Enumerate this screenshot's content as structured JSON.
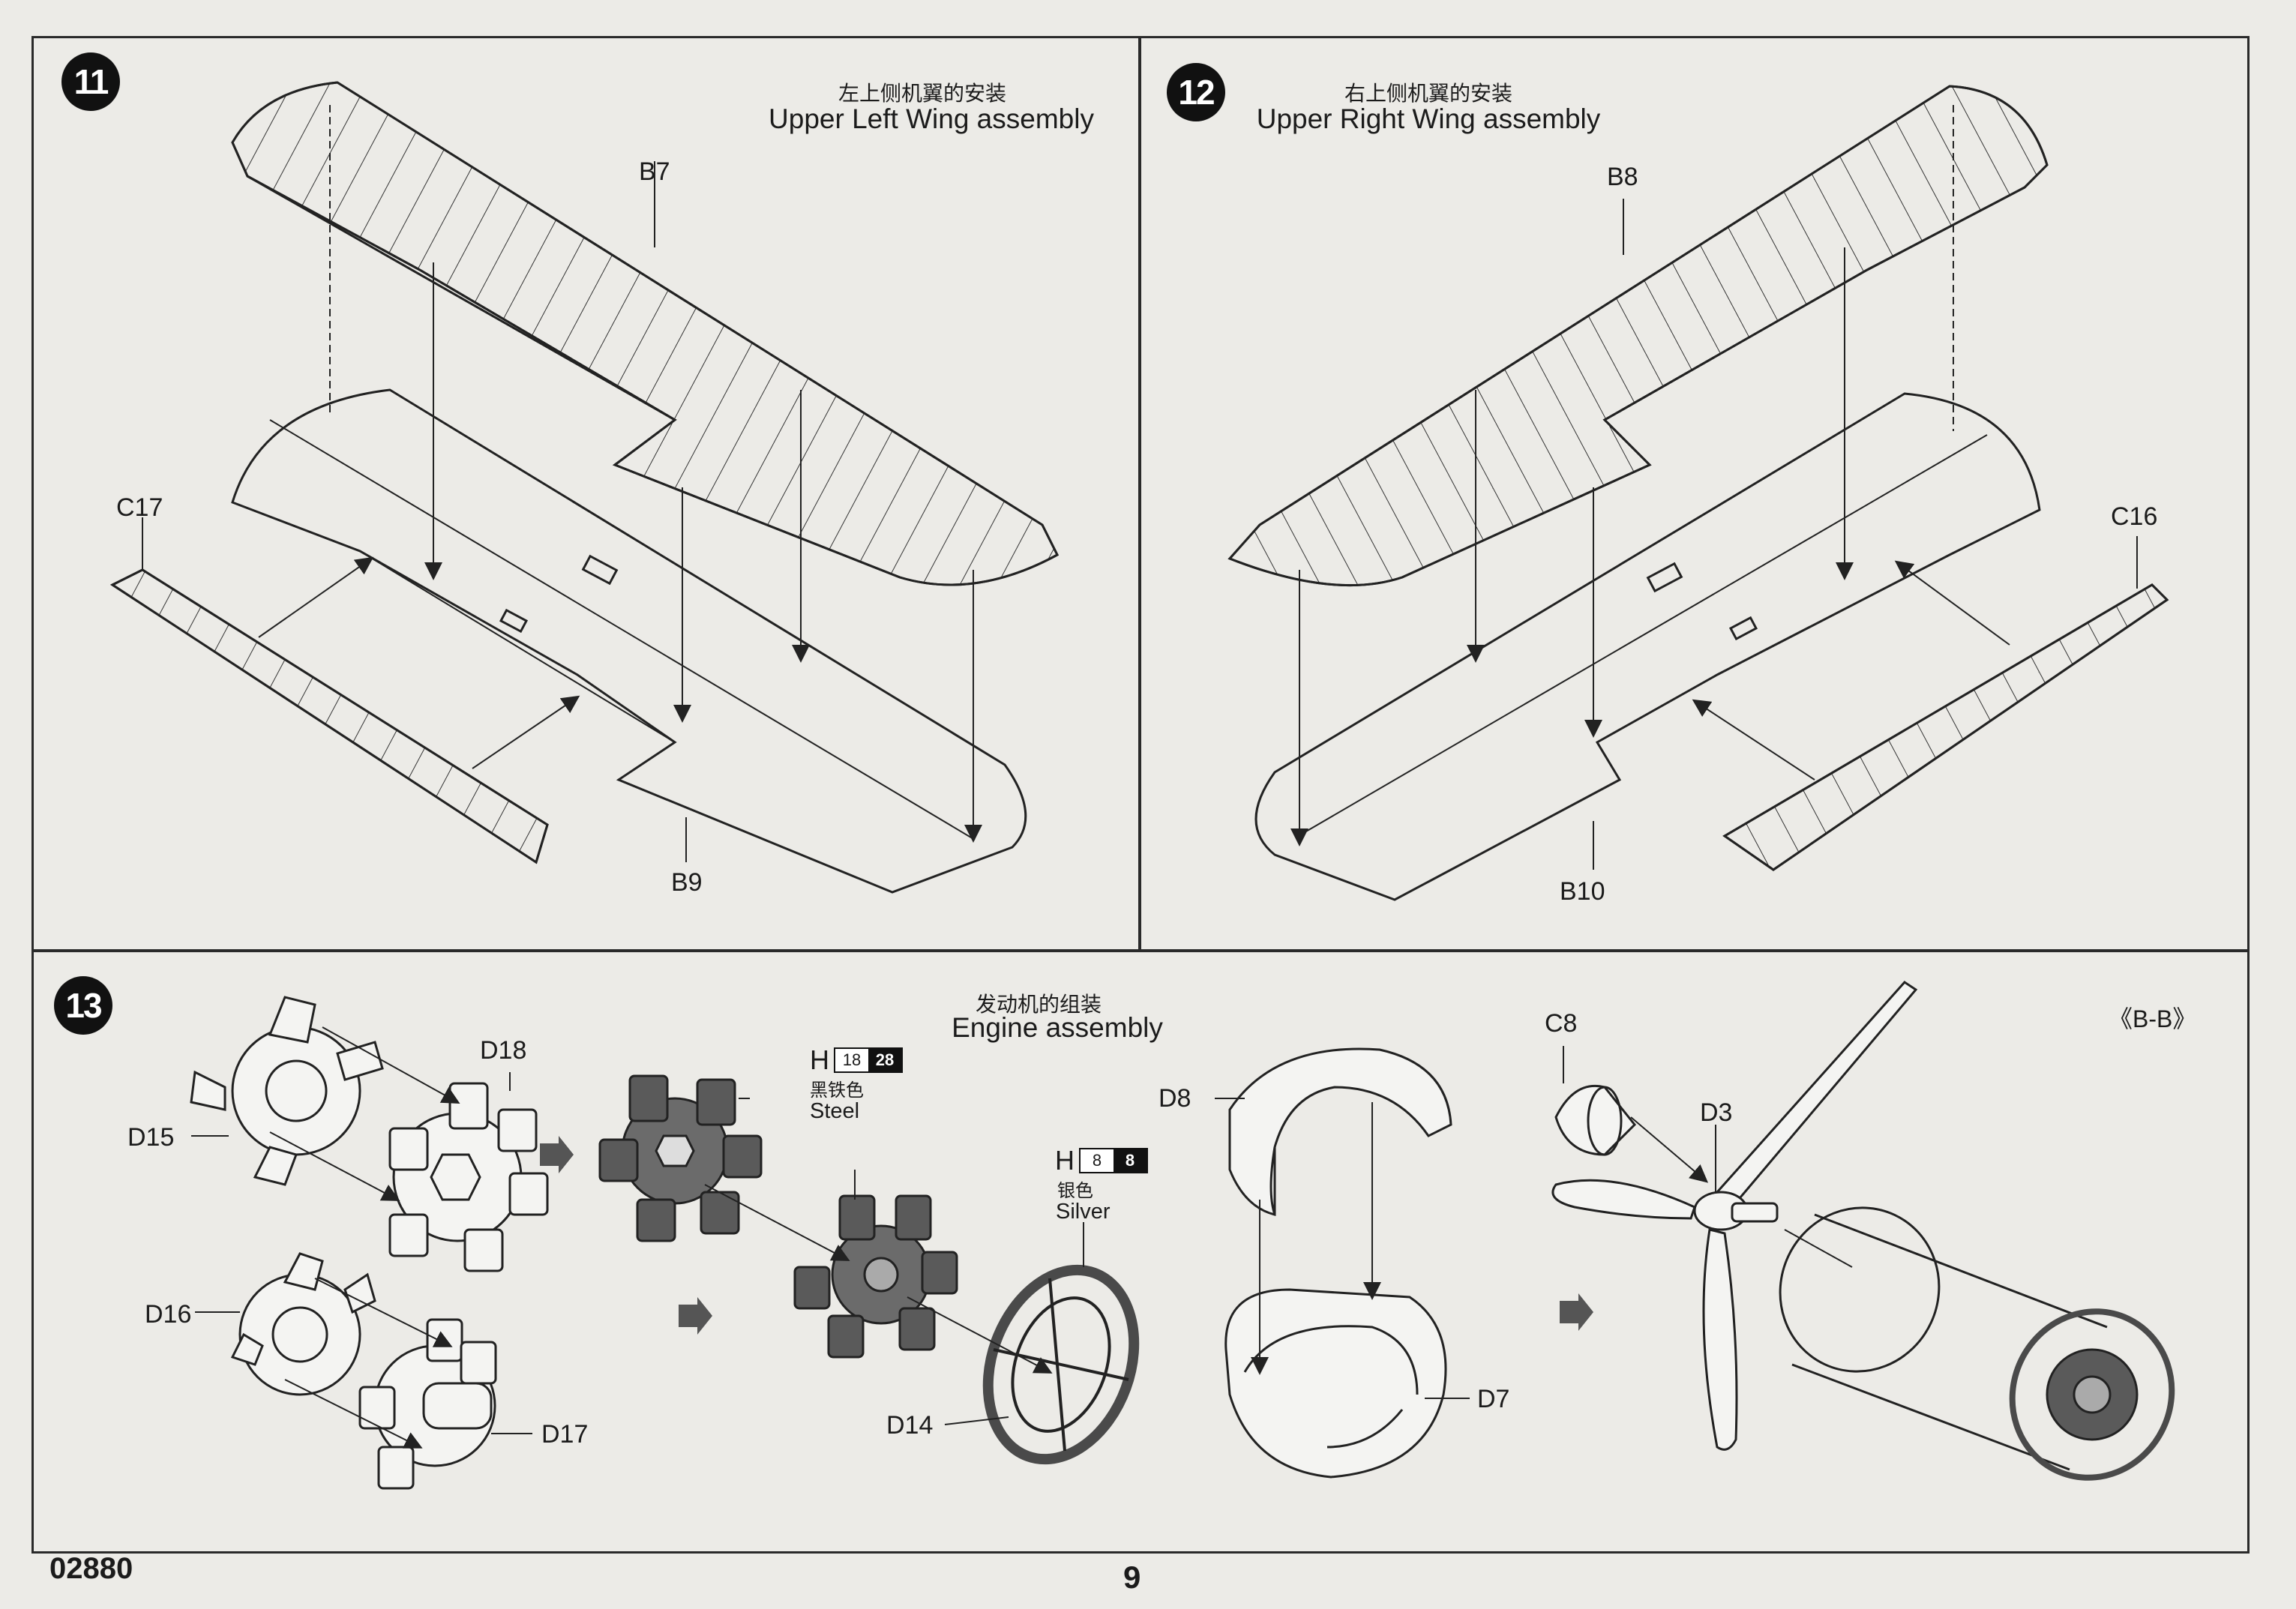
{
  "steps": {
    "s11": {
      "number": "11",
      "title_cn": "左上侧机翼的安装",
      "title_en": "Upper Left Wing assembly",
      "parts": {
        "top": "B7",
        "bottom": "B9",
        "aileron": "C17"
      }
    },
    "s12": {
      "number": "12",
      "title_cn": "右上侧机翼的安装",
      "title_en": "Upper Right Wing assembly",
      "parts": {
        "top": "B8",
        "bottom": "B10",
        "aileron": "C16"
      }
    },
    "s13": {
      "number": "13",
      "title_cn": "发动机的组装",
      "title_en": "Engine assembly",
      "parts": {
        "d18": "D18",
        "d15": "D15",
        "d16": "D16",
        "d17": "D17",
        "d14": "D14",
        "d8": "D8",
        "d7": "D7",
        "c8": "C8",
        "d3": "D3"
      },
      "view_label": "《B-B》",
      "paints": [
        {
          "letter": "H",
          "codes": [
            "18",
            "28"
          ],
          "name_cn": "黑铁色",
          "name_en": "Steel"
        },
        {
          "letter": "H",
          "codes": [
            "8",
            "8"
          ],
          "name_cn": "银色",
          "name_en": "Silver"
        }
      ]
    }
  },
  "footer": {
    "code": "02880",
    "page": "9"
  },
  "colors": {
    "ink": "#1b1b1b",
    "paper": "#ecebe7",
    "dark_paint": "#4a4a4a"
  }
}
